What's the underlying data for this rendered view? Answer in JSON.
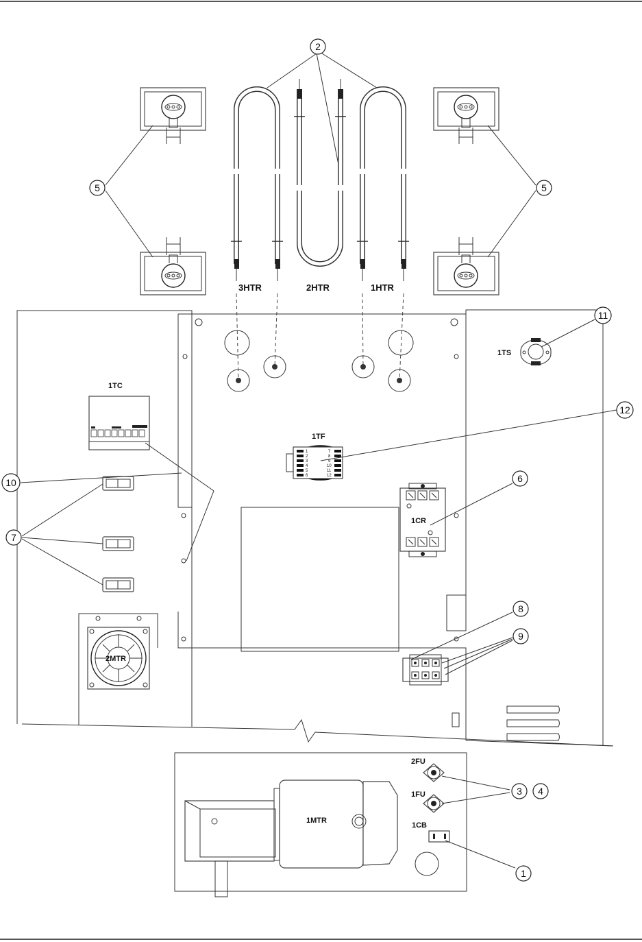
{
  "labels": {
    "htr3": "3HTR",
    "htr2": "2HTR",
    "htr1": "1HTR",
    "tc1": "1TC",
    "ts1": "1TS",
    "tf1": "1TF",
    "cr1": "1CR",
    "mtr2": "2MTR",
    "mtr1": "1MTR",
    "fu2": "2FU",
    "fu1": "1FU",
    "cb1": "1CB"
  },
  "callouts": {
    "c1": "1",
    "c2": "2",
    "c3": "3",
    "c4": "4",
    "c5_left": "5",
    "c5_right": "5",
    "c6": "6",
    "c7": "7",
    "c8": "8",
    "c9": "9",
    "c10": "10",
    "c11": "11",
    "c12": "12"
  },
  "terminal_pins": {
    "tf_left": [
      "1",
      "2",
      "3",
      "4",
      "5",
      "6"
    ],
    "tf_right": [
      "7",
      "8",
      "9",
      "10",
      "11",
      "12"
    ]
  }
}
